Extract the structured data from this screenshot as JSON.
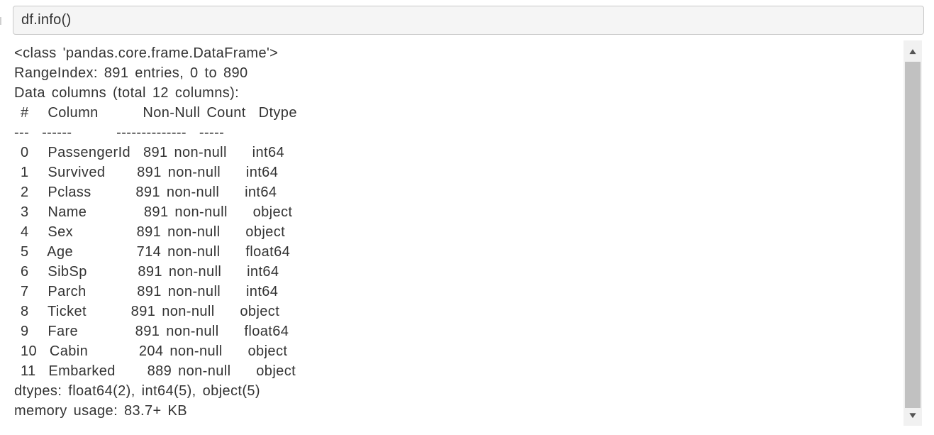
{
  "colors": {
    "page_bg": "#ffffff",
    "text": "#333333",
    "input_bg": "#f5f5f5",
    "input_border": "#c9c9c9",
    "scroll_track": "#f1f1f1",
    "scroll_thumb": "#c1c1c1",
    "scroll_arrow": "#555555"
  },
  "code_cell": {
    "input": {
      "value": "df.info()"
    }
  },
  "output": {
    "class_line": "<class 'pandas.core.frame.DataFrame'>",
    "range_index_line": "RangeIndex: 891 entries, 0 to 890",
    "data_columns_line": "Data columns (total 12 columns):",
    "info_table": {
      "headers": [
        "#",
        "Column",
        "Non-Null Count",
        "Dtype"
      ],
      "separator_row": [
        "---",
        "------",
        "--------------",
        "-----"
      ],
      "rows": [
        {
          "index": "0",
          "column": "PassengerId",
          "non_null": "891 non-null",
          "dtype": "int64"
        },
        {
          "index": "1",
          "column": "Survived",
          "non_null": "891 non-null",
          "dtype": "int64"
        },
        {
          "index": "2",
          "column": "Pclass",
          "non_null": "891 non-null",
          "dtype": "int64"
        },
        {
          "index": "3",
          "column": "Name",
          "non_null": "891 non-null",
          "dtype": "object"
        },
        {
          "index": "4",
          "column": "Sex",
          "non_null": "891 non-null",
          "dtype": "object"
        },
        {
          "index": "5",
          "column": "Age",
          "non_null": "714 non-null",
          "dtype": "float64"
        },
        {
          "index": "6",
          "column": "SibSp",
          "non_null": "891 non-null",
          "dtype": "int64"
        },
        {
          "index": "7",
          "column": "Parch",
          "non_null": "891 non-null",
          "dtype": "int64"
        },
        {
          "index": "8",
          "column": "Ticket",
          "non_null": "891 non-null",
          "dtype": "object"
        },
        {
          "index": "9",
          "column": "Fare",
          "non_null": "891 non-null",
          "dtype": "float64"
        },
        {
          "index": "10",
          "column": "Cabin",
          "non_null": "204 non-null",
          "dtype": "object"
        },
        {
          "index": "11",
          "column": "Embarked",
          "non_null": "889 non-null",
          "dtype": "object"
        }
      ]
    },
    "dtypes_line": "dtypes: float64(2), int64(5), object(5)",
    "memory_line": "memory usage: 83.7+ KB"
  },
  "scrollbar": {
    "up_arrow": "▲",
    "down_arrow": "▼"
  }
}
